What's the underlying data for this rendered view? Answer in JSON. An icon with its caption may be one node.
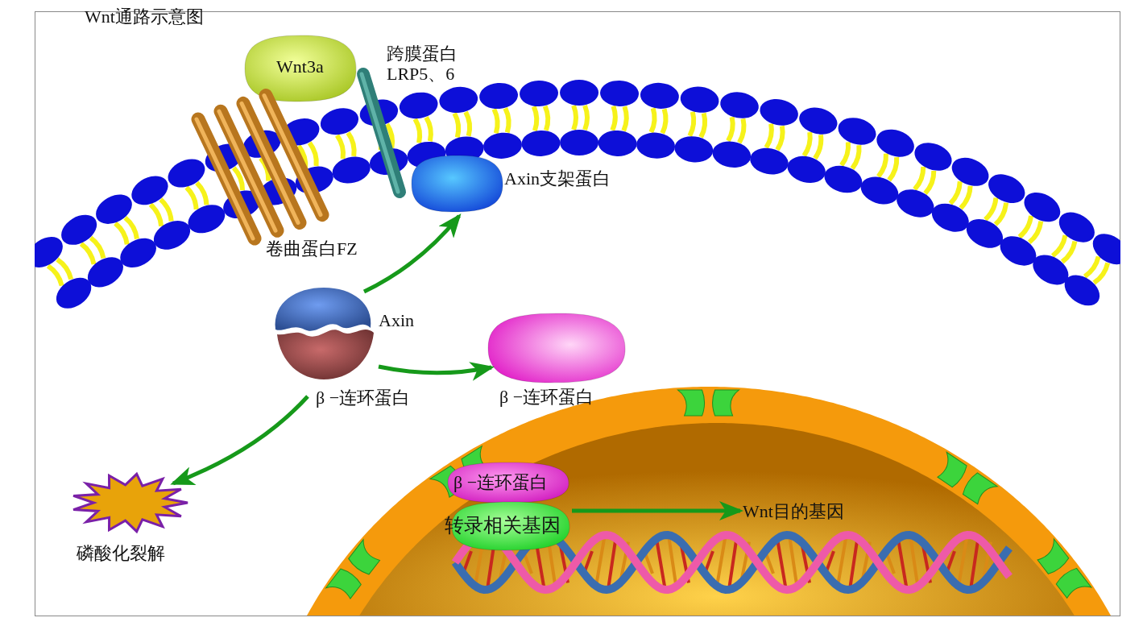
{
  "diagram": {
    "title": "Wnt通路示意图",
    "nodes": [
      {
        "text": [
          "Wnt3a"
        ]
      },
      {
        "text": [
          "跨膜蛋白 LRP5、6"
        ]
      },
      {
        "text": [
          "卷曲蛋白FZ"
        ]
      },
      {
        "text": [
          "Axin支架蛋白"
        ]
      },
      {
        "text": [
          "Axin",
          "β −连环蛋白"
        ]
      },
      {
        "text": [
          "β −连环蛋白"
        ]
      },
      {
        "text": [
          "磷酸化裂解"
        ]
      },
      {
        "text": [
          "β −连环蛋白"
        ]
      },
      {
        "text": [
          "转录相关基因"
        ]
      },
      {
        "text": [
          "Wnt目的基因"
        ]
      }
    ],
    "edges": [
      {
        "from": 4,
        "to": 3,
        "arrow": "to"
      },
      {
        "from": 4,
        "to": 5,
        "arrow": "to"
      },
      {
        "from": 4,
        "to": 6,
        "arrow": "to"
      },
      {
        "from": 8,
        "to": 9,
        "arrow": "to"
      }
    ]
  }
}
